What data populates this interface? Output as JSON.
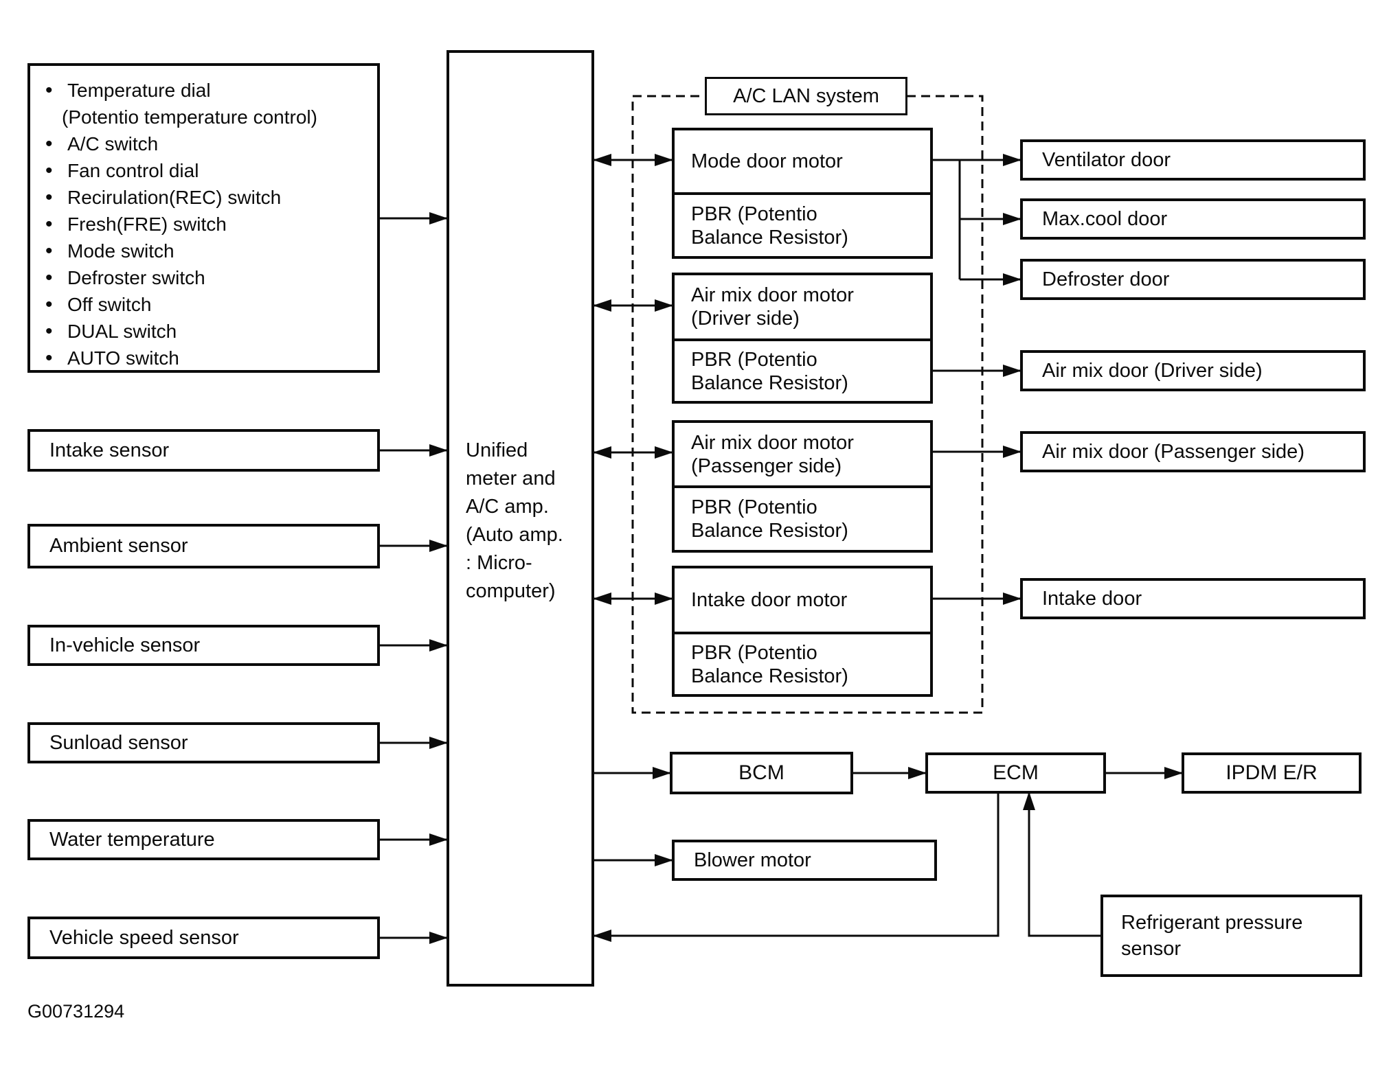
{
  "diagram": {
    "figure_id": "G00731294",
    "controls_panel": {
      "items": [
        {
          "label": "Temperature dial"
        },
        {
          "label": "(Potentio temperature control)"
        },
        {
          "label": "A/C switch"
        },
        {
          "label": "Fan control dial"
        },
        {
          "label": "Recirulation(REC) switch"
        },
        {
          "label": "Fresh(FRE) switch"
        },
        {
          "label": "Mode switch"
        },
        {
          "label": "Defroster switch"
        },
        {
          "label": "Off switch"
        },
        {
          "label": "DUAL switch"
        },
        {
          "label": "AUTO switch"
        }
      ]
    },
    "sensors": {
      "intake": "Intake sensor",
      "ambient": "Ambient sensor",
      "in_vehicle": "In-vehicle sensor",
      "sunload": "Sunload sensor",
      "water_temp": "Water temperature",
      "vehicle_speed": "Vehicle speed sensor"
    },
    "amp_unit": "Unified\nmeter and\nA/C amp.\n(Auto amp.\n: Micro-\ncomputer)",
    "lan": {
      "title": "A/C LAN system",
      "mode_door_motor": "Mode door motor",
      "pbr": "PBR (Potentio\nBalance Resistor)",
      "air_mix_driver_motor": "Air mix door motor\n(Driver side)",
      "air_mix_passenger_motor": "Air mix door motor\n(Passenger side)",
      "intake_door_motor": "Intake door motor"
    },
    "doors": {
      "ventilator": "Ventilator door",
      "max_cool": "Max.cool door",
      "defroster": "Defroster door",
      "air_mix_driver": "Air mix door (Driver side)",
      "air_mix_passenger": "Air mix door (Passenger side)",
      "intake": "Intake door"
    },
    "modules": {
      "bcm": "BCM",
      "ecm": "ECM",
      "ipdm": "IPDM E/R",
      "blower": "Blower motor",
      "refrigerant": "Refrigerant pressure\nsensor"
    }
  }
}
